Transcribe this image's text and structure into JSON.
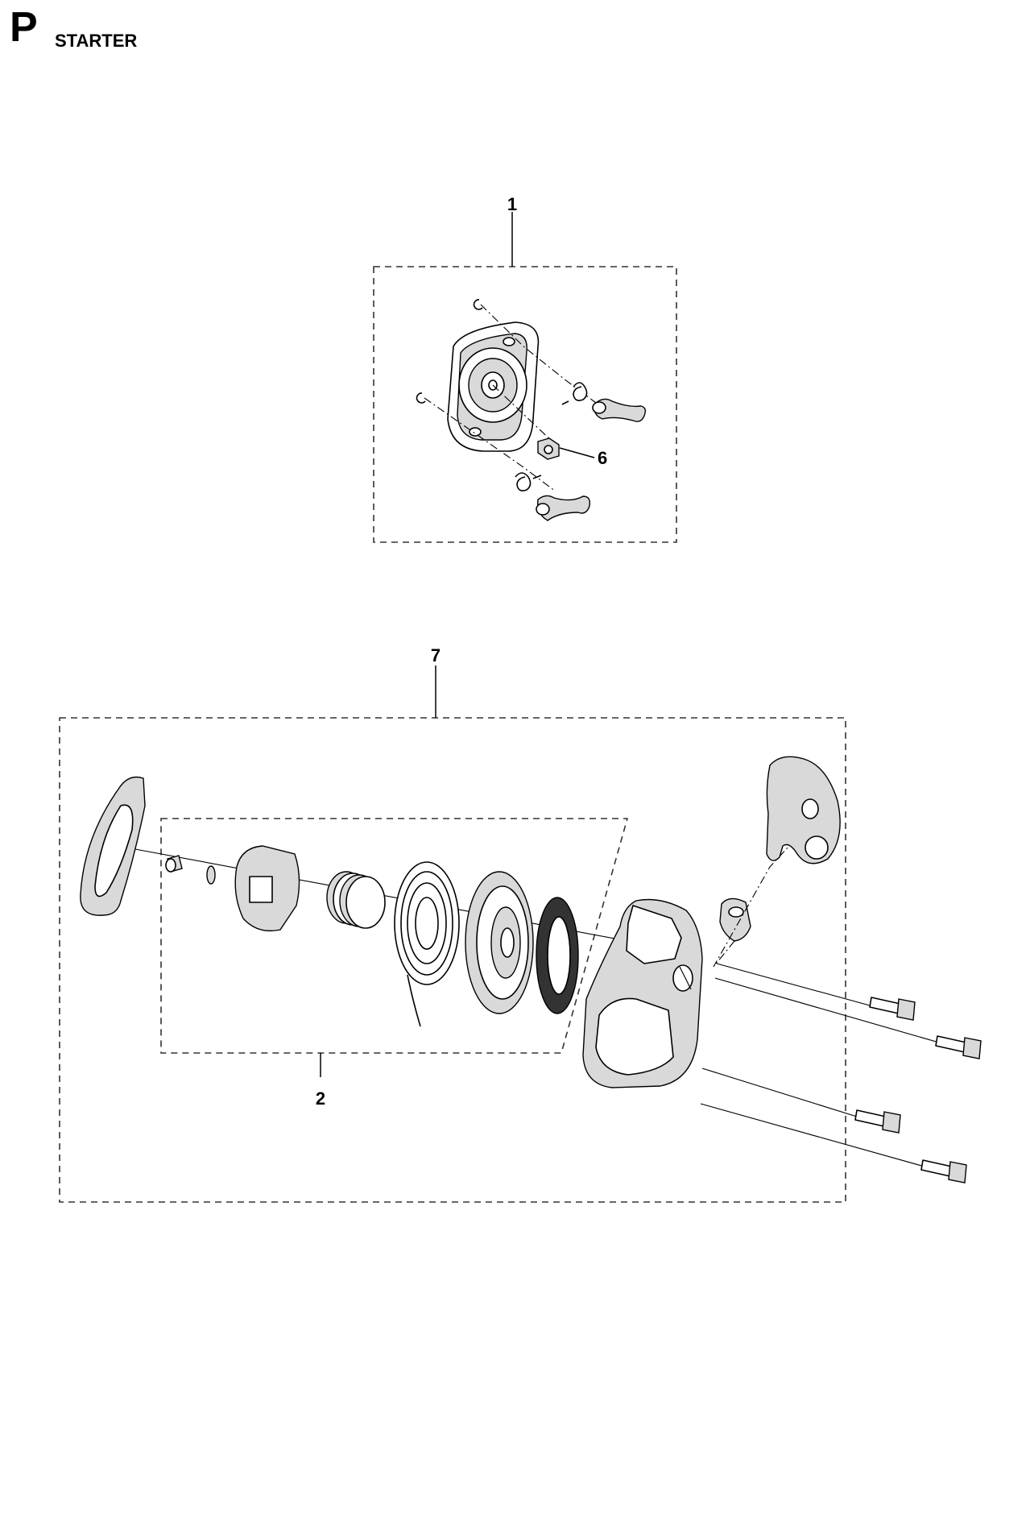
{
  "header": {
    "section_letter": "P",
    "section_title": "STARTER"
  },
  "callouts": {
    "c1": "1",
    "c2": "2",
    "c6": "6",
    "c7": "7"
  },
  "icons": {
    "flywheel_hub": "clutch-hub-assembly-drawing",
    "starter": "recoil-starter-assembly-drawing"
  },
  "colors": {
    "line": "#000000",
    "background": "#ffffff",
    "shade": "#d9d9d9"
  }
}
